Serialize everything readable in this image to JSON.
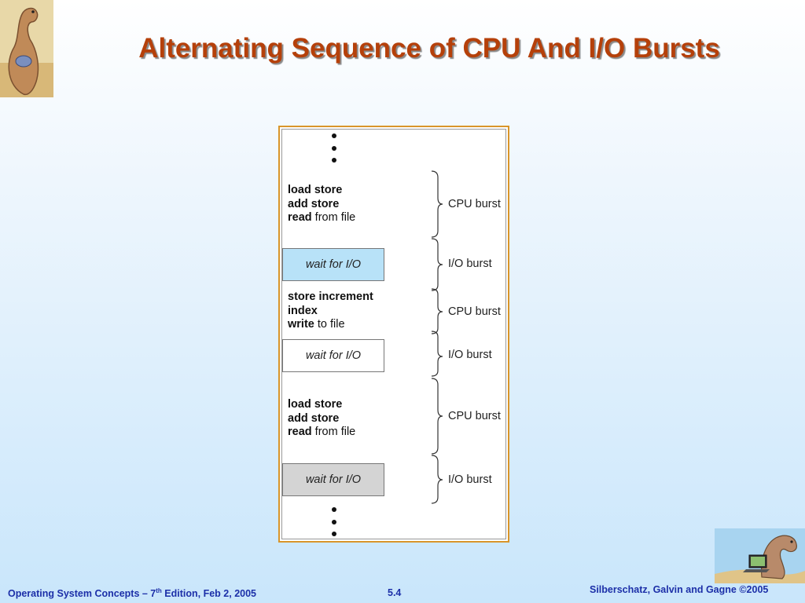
{
  "title": "Alternating Sequence of CPU And I/O Bursts",
  "logos": {
    "top_left": "dinosaur-logo",
    "bottom_right": "dinosaur-laptop-logo"
  },
  "diagram": {
    "blocks": [
      {
        "type": "code",
        "lines": [
          {
            "bold": "load store",
            "rest": ""
          },
          {
            "bold": "add store",
            "rest": ""
          },
          {
            "bold": "read",
            "rest": " from file"
          }
        ]
      },
      {
        "type": "wait",
        "label": "wait for I/O",
        "fill": "#b8e2f8"
      },
      {
        "type": "code",
        "lines": [
          {
            "bold": "store increment",
            "rest": ""
          },
          {
            "bold": "index",
            "rest": ""
          },
          {
            "bold": "write",
            "rest": " to file"
          }
        ]
      },
      {
        "type": "wait",
        "label": "wait for I/O",
        "fill": "#ffffff"
      },
      {
        "type": "code",
        "lines": [
          {
            "bold": "load store",
            "rest": ""
          },
          {
            "bold": "add store",
            "rest": ""
          },
          {
            "bold": "read",
            "rest": " from file"
          }
        ]
      },
      {
        "type": "wait",
        "label": "wait for I/O",
        "fill": "#d4d4d4"
      }
    ],
    "bursts": [
      "CPU burst",
      "I/O burst",
      "CPU burst",
      "I/O burst",
      "CPU burst",
      "I/O burst"
    ]
  },
  "footer": {
    "left_pre": "Operating System Concepts – 7",
    "left_sup": "th",
    "left_post": " Edition, Feb 2, 2005",
    "page": "5.4",
    "right": "Silberschatz, Galvin and Gagne ©2005"
  },
  "colors": {
    "title": "#b5400a",
    "footer": "#1c2fa8",
    "frame": "#d9952a"
  }
}
